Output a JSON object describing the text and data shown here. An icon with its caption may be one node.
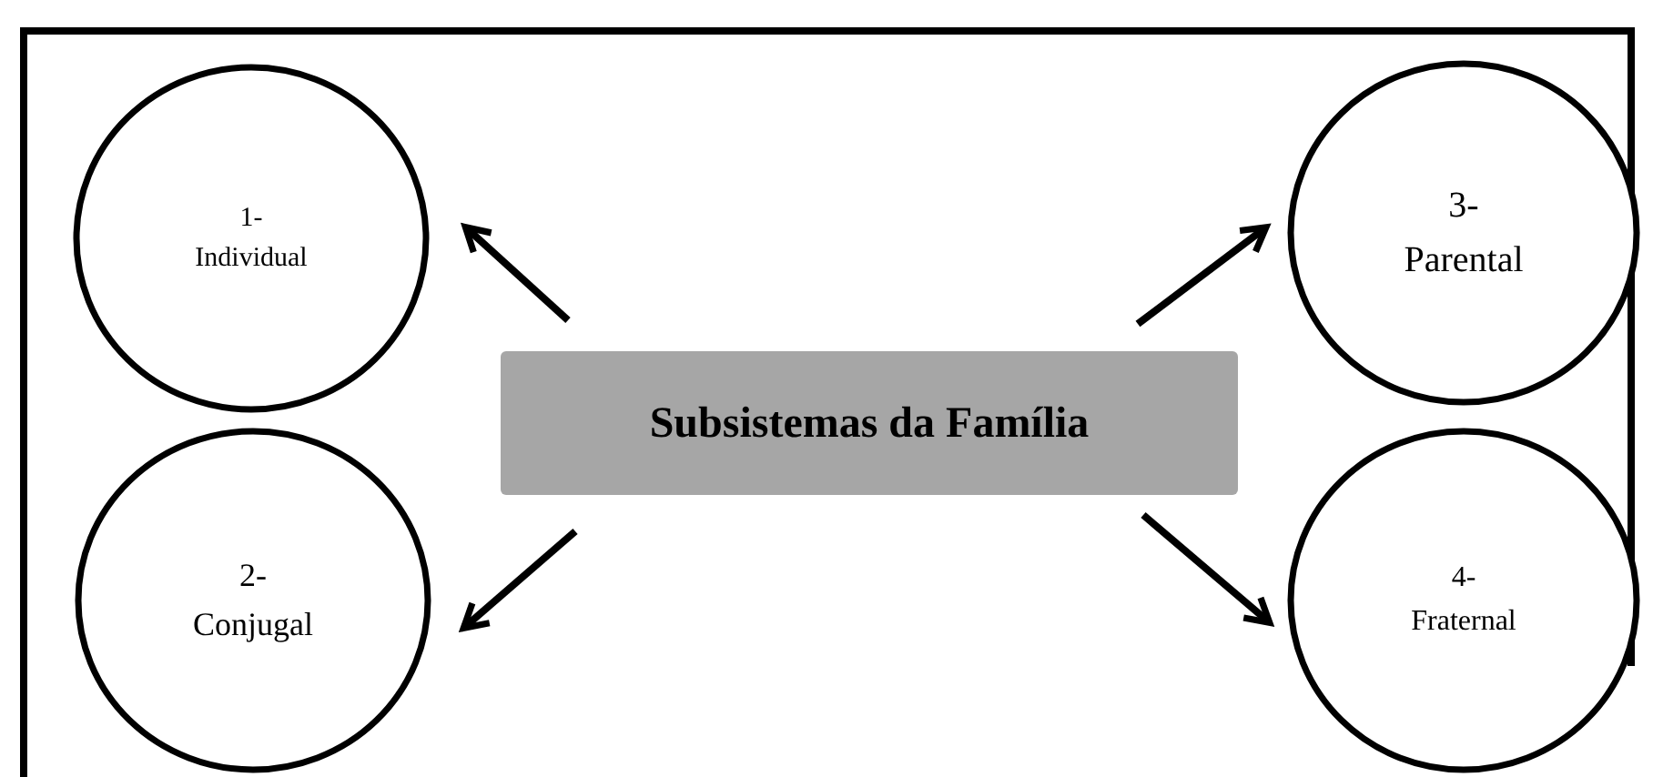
{
  "diagram": {
    "nodes": [
      {
        "text": [
          "1- Individual"
        ]
      },
      {
        "text": [
          "3- Parental"
        ]
      },
      {
        "text": [
          "Subsistemas da Família"
        ]
      },
      {
        "text": [
          "2- Conjugal"
        ]
      },
      {
        "text": [
          "4- Fraternal"
        ]
      }
    ],
    "edges": [
      {
        "from": 2,
        "to": 0,
        "arrow": "to"
      },
      {
        "from": 2,
        "to": 1,
        "arrow": "to"
      },
      {
        "from": 2,
        "to": 3,
        "arrow": "to"
      },
      {
        "from": 2,
        "to": 4,
        "arrow": "to"
      }
    ]
  }
}
